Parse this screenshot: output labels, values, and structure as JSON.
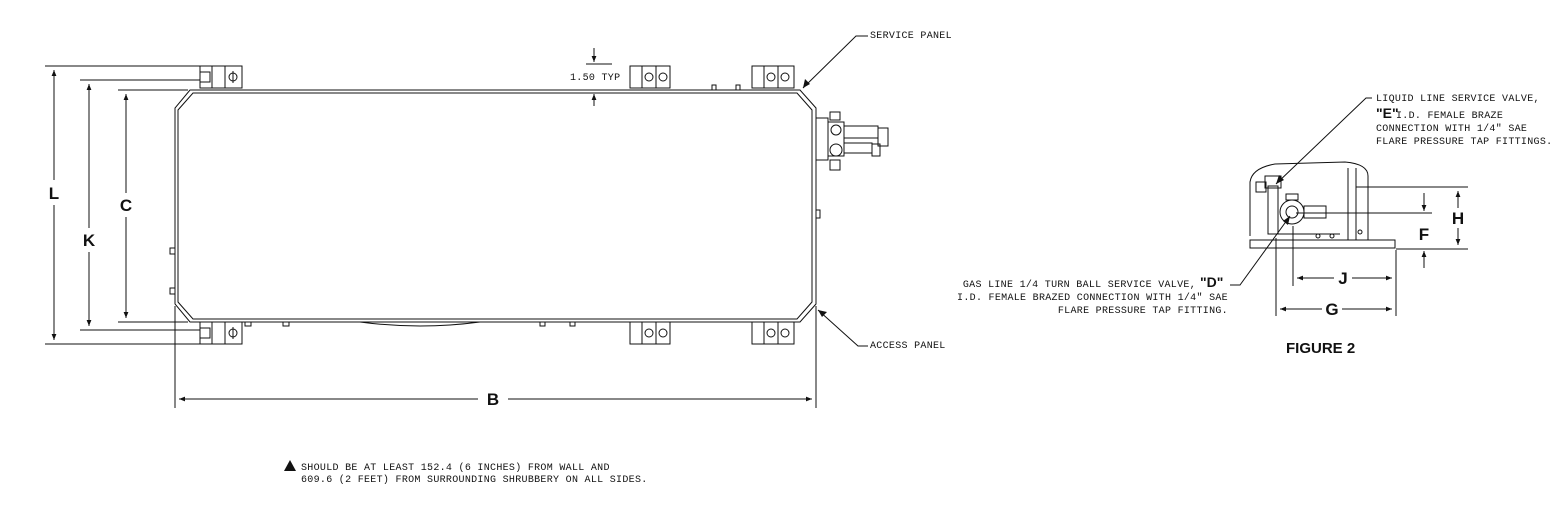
{
  "callouts": {
    "service_panel": "SERVICE PANEL",
    "access_panel": "ACCESS PANEL",
    "typ_offset": "1.50 TYP"
  },
  "dimensions": {
    "L": "L",
    "K": "K",
    "C": "C",
    "B": "B",
    "F": "F",
    "H": "H",
    "J": "J",
    "G": "G"
  },
  "figure2": {
    "title": "FIGURE 2",
    "liquid_line": {
      "line1": "LIQUID LINE SERVICE VALVE,",
      "letter": "\"E\"",
      "line2_rest": "I.D. FEMALE BRAZE",
      "line3": "CONNECTION WITH 1/4\" SAE",
      "line4": "FLARE PRESSURE TAP FITTINGS."
    },
    "gas_line": {
      "line1": "GAS LINE 1/4 TURN BALL SERVICE VALVE,",
      "letter": "\"D\"",
      "line2": "I.D. FEMALE BRAZED CONNECTION WITH 1/4\" SAE",
      "line3": "FLARE PRESSURE TAP FITTING."
    }
  },
  "note": {
    "line1": "SHOULD BE AT LEAST 152.4 (6 INCHES) FROM WALL AND",
    "line2": "609.6 (2 FEET) FROM SURROUNDING SHRUBBERY ON ALL SIDES."
  }
}
